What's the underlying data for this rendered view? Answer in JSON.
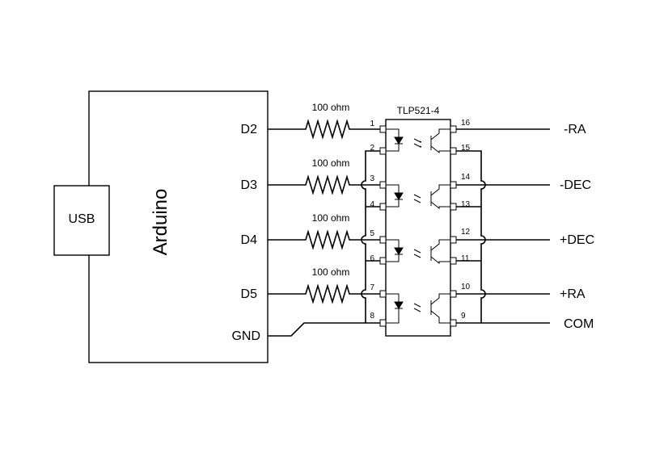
{
  "arduino": {
    "label": "Arduino",
    "usb_label": "USB"
  },
  "pins": {
    "d2": "D2",
    "d3": "D3",
    "d4": "D4",
    "d5": "D5",
    "gnd": "GND"
  },
  "resistor_label": "100 ohm",
  "chip": {
    "name": "TLP521-4",
    "left_pins": [
      "1",
      "2",
      "3",
      "4",
      "5",
      "6",
      "7",
      "8"
    ],
    "right_pins": [
      "16",
      "15",
      "14",
      "13",
      "12",
      "11",
      "10",
      "9"
    ]
  },
  "outputs": {
    "ra_minus": "-RA",
    "dec_minus": "-DEC",
    "dec_plus": "+DEC",
    "ra_plus": "+RA",
    "com": "COM"
  }
}
